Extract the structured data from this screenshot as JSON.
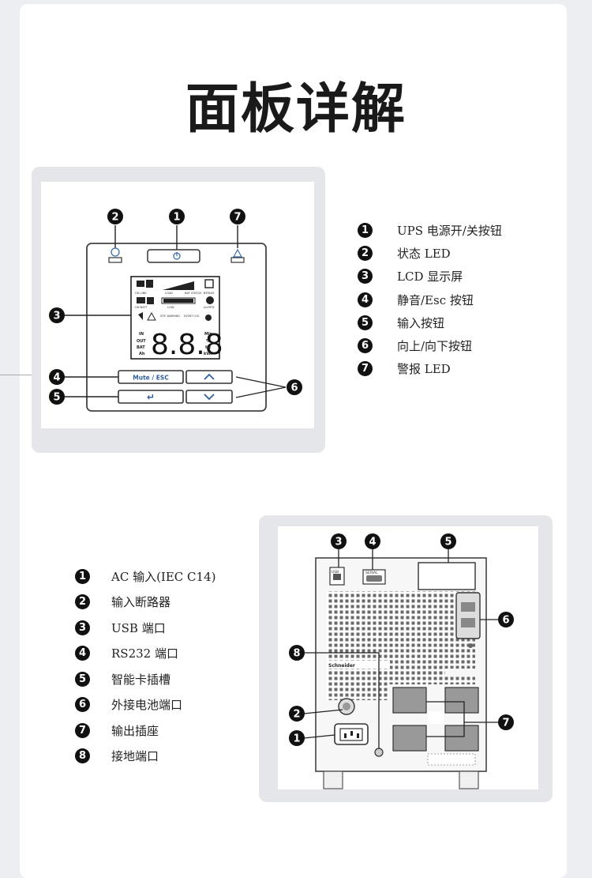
{
  "page": {
    "title": "面板详解"
  },
  "front_panel": {
    "callouts": [
      "1",
      "2",
      "3",
      "4",
      "5",
      "6",
      "7"
    ],
    "lcd": {
      "digits": "8.8.8",
      "top_labels": [
        "ON LINE",
        "LOAD",
        "BAT STATUS",
        "BYPASS"
      ],
      "mid_labels": [
        "ON BATT",
        "LOW",
        "ALERTS"
      ],
      "warn_labels": [
        "SITE WARNING",
        "EVENT LOG"
      ],
      "left_labels": [
        "IN",
        "OUT",
        "BAT",
        "Ah"
      ],
      "right_labels": [
        "Min",
        "%",
        "Hz",
        "kVA"
      ]
    },
    "buttons": {
      "mute": "Mute / ESC",
      "enter": "↵",
      "up": "^",
      "down": "v"
    }
  },
  "front_legend": [
    {
      "num": "1",
      "text": "UPS 电源开/关按钮"
    },
    {
      "num": "2",
      "text": "状态 LED"
    },
    {
      "num": "3",
      "text": "LCD 显示屏"
    },
    {
      "num": "4",
      "text": "静音/Esc 按钮"
    },
    {
      "num": "5",
      "text": "输入按钮"
    },
    {
      "num": "6",
      "text": "向上/向下按钮"
    },
    {
      "num": "7",
      "text": "警报 LED"
    }
  ],
  "rear_panel": {
    "callouts": [
      "1",
      "2",
      "3",
      "4",
      "5",
      "6",
      "7",
      "8"
    ],
    "port_labels": {
      "usb": "USB",
      "serial": "SERIAL"
    },
    "brand": "Schneider"
  },
  "rear_legend": [
    {
      "num": "1",
      "text": "AC  输入(IEC C14)"
    },
    {
      "num": "2",
      "text": "输入断路器"
    },
    {
      "num": "3",
      "text": "USB  端口"
    },
    {
      "num": "4",
      "text": "RS232 端口"
    },
    {
      "num": "5",
      "text": "智能卡插槽"
    },
    {
      "num": "6",
      "text": "外接电池端口"
    },
    {
      "num": "7",
      "text": "输出插座"
    },
    {
      "num": "8",
      "text": "接地端口"
    }
  ]
}
